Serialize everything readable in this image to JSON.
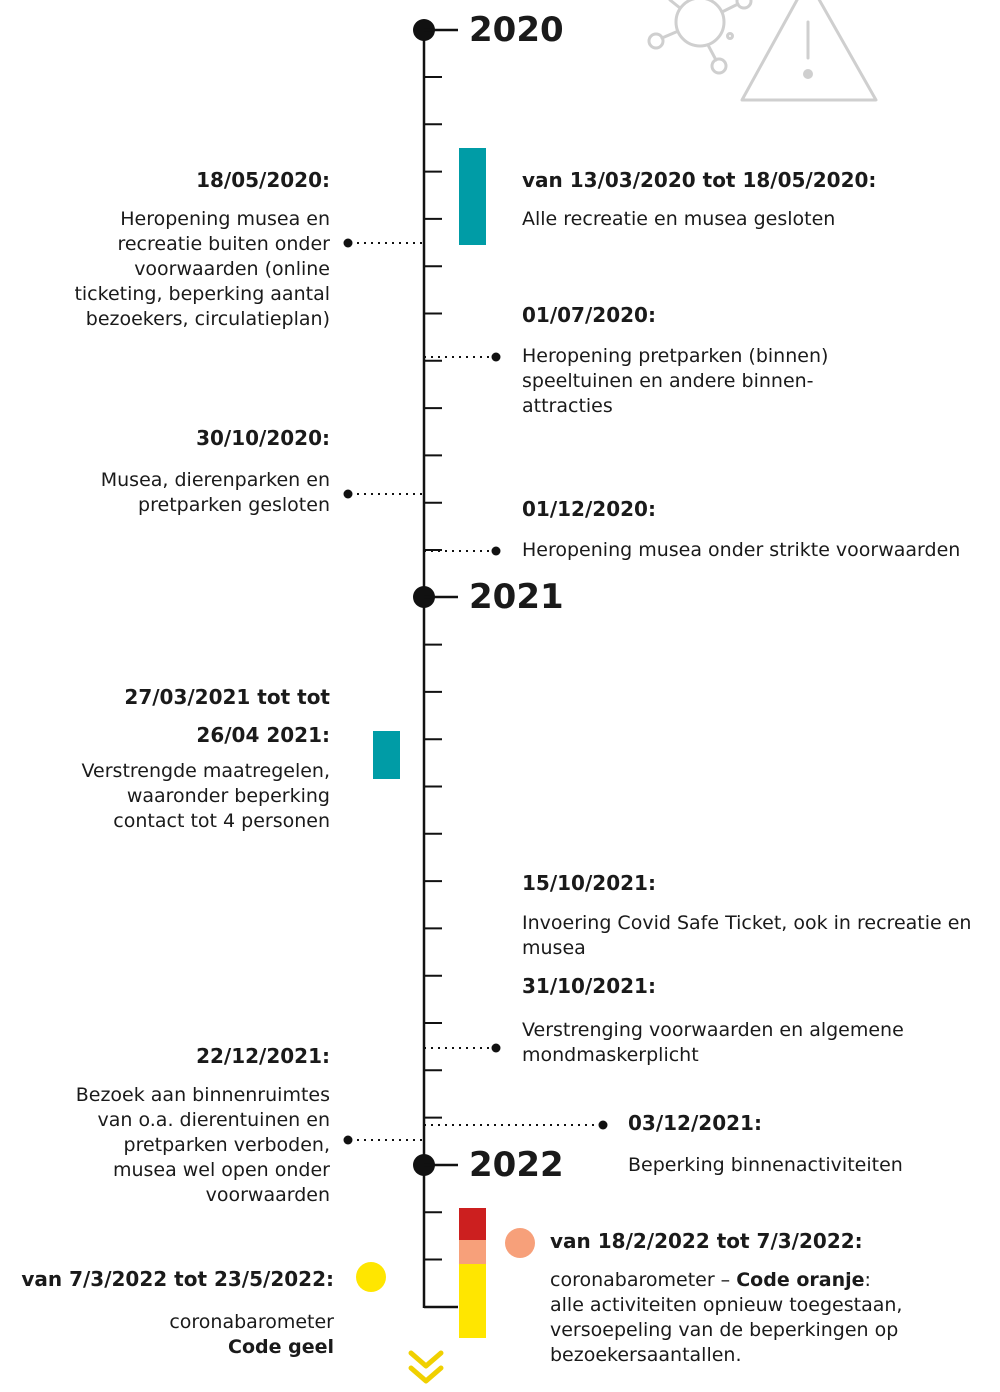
{
  "colors": {
    "axis": "#111111",
    "teal": "#009ca6",
    "red": "#cc1f1f",
    "orange": "#f7a07a",
    "yellow": "#ffe600",
    "chevron": "#f0d000",
    "icon": "#cfcfcf"
  },
  "decor": {
    "icon": "virus-warning-icon"
  },
  "years": {
    "y2020": "2020",
    "y2021": "2021",
    "y2022": "2022"
  },
  "events": {
    "e1": {
      "date": "18/05/2020:",
      "lines": [
        "Heropening musea en",
        "recreatie buiten onder",
        "voorwaarden (online",
        "ticketing, beperking aantal",
        "bezoekers, circulatieplan)"
      ]
    },
    "e2": {
      "date": "van 13/03/2020 tot 18/05/2020:",
      "lines": [
        "Alle recreatie en musea gesloten"
      ]
    },
    "e3": {
      "date": "01/07/2020:",
      "lines": [
        "Heropening pretparken (binnen)",
        "speeltuinen en andere binnen-",
        "attracties"
      ]
    },
    "e4": {
      "date": "30/10/2020:",
      "lines": [
        "Musea, dierenparken en",
        "pretparken  gesloten"
      ]
    },
    "e5": {
      "date": "01/12/2020:",
      "lines": [
        "Heropening musea onder strikte voorwaarden"
      ]
    },
    "e6": {
      "date_a": "27/03/2021 tot tot",
      "date_b": "26/04 2021:",
      "lines": [
        "Verstrengde maatregelen,",
        "waaronder beperking",
        "contact tot 4 personen"
      ]
    },
    "e7": {
      "date": "15/10/2021:",
      "lines": [
        "Invoering Covid Safe Ticket, ook in recreatie en",
        "musea"
      ]
    },
    "e8": {
      "date": "31/10/2021:",
      "lines": [
        "Verstrenging voorwaarden en algemene",
        "mondmaskerplicht"
      ]
    },
    "e9": {
      "date": "22/12/2021:",
      "lines": [
        "Bezoek aan binnenruimtes",
        "van o.a. dierentuinen en",
        "pretparken verboden,",
        "musea wel open onder",
        "voorwaarden"
      ]
    },
    "e10": {
      "date": "03/12/2021:",
      "lines": [
        "Beperking binnenactiviteiten"
      ]
    },
    "e11": {
      "date": "van 18/2/2022 tot 7/3/2022:",
      "line1": "coronabarometer – ",
      "line1_bold": "Code oranje",
      "line1_end": ":",
      "lines": [
        "alle activiteiten opnieuw toegestaan,",
        "versoepeling van de beperkingen op",
        "bezoekersaantallen."
      ]
    },
    "e12": {
      "date": "van 7/3/2022 tot 23/5/2022:",
      "line1": "coronabarometer",
      "line2": "Code geel"
    }
  }
}
